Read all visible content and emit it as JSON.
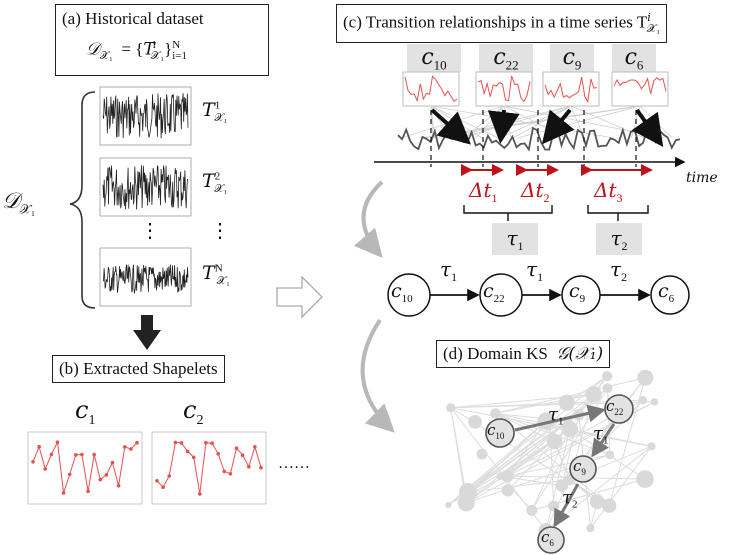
{
  "panel_a": {
    "title": "(a) Historical dataset",
    "formula": "𝒟_{𝒳₁} = {T^{i}_{𝒳₁}}^{N}_{i=1}",
    "dataset_symbol": "𝒟",
    "dataset_sub": "𝒳₁",
    "series_symbol": "T",
    "series_labels": [
      {
        "sup": "1",
        "sub": "𝒳₁"
      },
      {
        "sup": "2",
        "sub": "𝒳₁"
      },
      {
        "sup": "N",
        "sub": "𝒳₁"
      }
    ],
    "ellipsis": "⋮"
  },
  "panel_b": {
    "title": "(b) Extracted Shapelets",
    "shapelets": [
      {
        "symbol": "c",
        "sub": "1"
      },
      {
        "symbol": "c",
        "sub": "2"
      }
    ],
    "more": "……"
  },
  "panel_c": {
    "title": "(c) Transition relationships in a time series T",
    "title_sup": "i",
    "title_sub": "𝒳₁",
    "shapelets": [
      {
        "symbol": "c",
        "sub": "10"
      },
      {
        "symbol": "c",
        "sub": "22"
      },
      {
        "symbol": "c",
        "sub": "9"
      },
      {
        "symbol": "c",
        "sub": "6"
      }
    ],
    "axis_label": "time",
    "intervals": [
      {
        "symbol": "Δt",
        "sub": "1"
      },
      {
        "symbol": "Δt",
        "sub": "2"
      },
      {
        "symbol": "Δt",
        "sub": "3"
      }
    ],
    "taus": [
      {
        "symbol": "τ",
        "sub": "1"
      },
      {
        "symbol": "τ",
        "sub": "2"
      }
    ],
    "chain_nodes": [
      {
        "symbol": "c",
        "sub": "10"
      },
      {
        "symbol": "c",
        "sub": "22"
      },
      {
        "symbol": "c",
        "sub": "9"
      },
      {
        "symbol": "c",
        "sub": "6"
      }
    ],
    "chain_edges": [
      {
        "symbol": "τ",
        "sub": "1"
      },
      {
        "symbol": "τ",
        "sub": "1"
      },
      {
        "symbol": "τ",
        "sub": "2"
      }
    ]
  },
  "panel_d": {
    "title": "(d) Domain KS",
    "title_math": "𝒢(𝒳₁)",
    "nodes": [
      {
        "symbol": "c",
        "sub": "10"
      },
      {
        "symbol": "c",
        "sub": "22"
      },
      {
        "symbol": "c",
        "sub": "9"
      },
      {
        "symbol": "c",
        "sub": "6"
      }
    ],
    "edges": [
      {
        "symbol": "τ",
        "sub": "1"
      },
      {
        "symbol": "τ",
        "sub": "1"
      },
      {
        "symbol": "τ",
        "sub": "2"
      }
    ]
  },
  "colors": {
    "accent_red": "#c0121a",
    "shapelet_red": "#e8504f",
    "gray_box": "#e2e2e2",
    "graph_gray": "#cfcfcf"
  }
}
